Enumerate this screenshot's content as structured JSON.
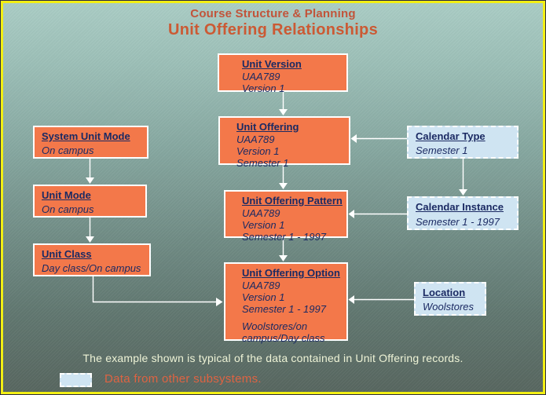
{
  "page": {
    "subtitle": "Course Structure & Planning",
    "title": "Unit Offering Relationships",
    "footer_note": "The example shown is typical of the data contained in Unit Offering records.",
    "legend": {
      "label": "Data from other subsystems."
    }
  },
  "boxes": {
    "unit_version": {
      "title": "Unit Version",
      "lines": [
        "UAA789",
        "Version 1"
      ]
    },
    "unit_offering": {
      "title": "Unit Offering",
      "lines": [
        "UAA789",
        "Version 1",
        "Semester 1"
      ]
    },
    "unit_offering_pattern": {
      "title": "Unit Offering Pattern",
      "lines": [
        "UAA789",
        "Version 1",
        "Semester 1 - 1997"
      ]
    },
    "unit_offering_option": {
      "title": "Unit Offering Option",
      "lines": [
        "UAA789",
        "Version 1",
        "Semester 1 - 1997"
      ],
      "extra": "Woolstores/on campus/Day class"
    },
    "system_unit_mode": {
      "title": "System Unit Mode",
      "lines": [
        "On campus"
      ]
    },
    "unit_mode": {
      "title": "Unit Mode",
      "lines": [
        "On campus"
      ]
    },
    "unit_class": {
      "title": "Unit Class",
      "lines": [
        "Day class/On campus"
      ]
    },
    "calendar_type": {
      "title": "Calendar Type",
      "lines": [
        "Semester 1"
      ]
    },
    "calendar_instance": {
      "title": "Calendar Instance",
      "lines": [
        "Semester 1 - 1997"
      ]
    },
    "location": {
      "title": "Location",
      "lines": [
        "Woolstores"
      ]
    }
  },
  "colors": {
    "record_box": "#f3784a",
    "subsystem_box": "#cfe4f2",
    "box_text": "#1b2a63",
    "subtitle_text": "#c2543a",
    "title_text": "#cb5a34",
    "note_text": "#eef3d6",
    "legend_text": "#de6342",
    "frame_border": "#f2ef14",
    "connector": "#ffffff"
  }
}
